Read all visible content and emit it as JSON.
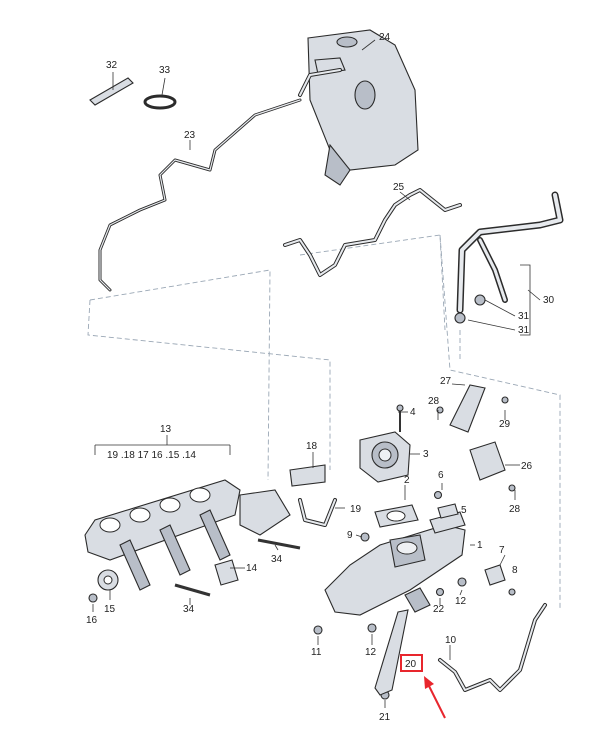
{
  "diagram": {
    "labels": {
      "l1": "1",
      "l2": "2",
      "l3": "3",
      "l4": "4",
      "l5": "5",
      "l6": "6",
      "l7": "7",
      "l8": "8",
      "l9": "9",
      "l10": "10",
      "l11": "11",
      "l12": "12",
      "l13": "13",
      "l14": "14",
      "l15": "15",
      "l16": "16",
      "l18": "18",
      "l19": "19",
      "l20": "20",
      "l21": "21",
      "l22": "22",
      "l23": "23",
      "l24": "24",
      "l25": "25",
      "l26": "26",
      "l27": "27",
      "l28a": "28",
      "l28b": "28",
      "l29": "29",
      "l30": "30",
      "l31a": "31",
      "l31b": "31",
      "l32": "32",
      "l33": "33",
      "l34a": "34",
      "l34b": "34",
      "l19b": "19"
    },
    "bracket_13_sub": "19 .18 17 16 .15 .14",
    "highlight_color": "#e8262d",
    "highlighted_part": "20"
  }
}
